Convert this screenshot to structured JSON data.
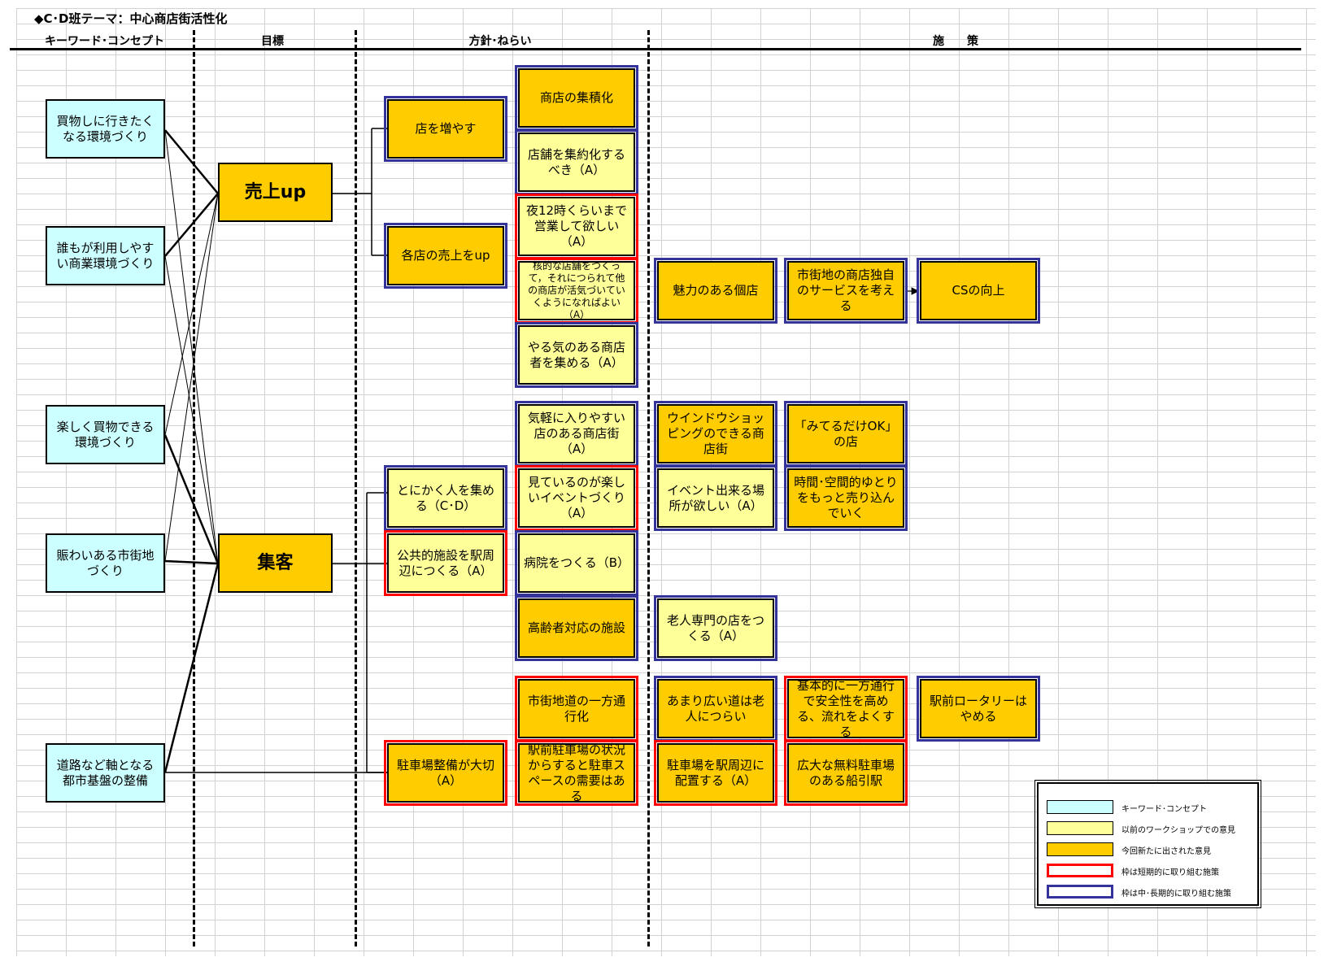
{
  "title": "◆C･D班テーマ：中心商店街活性化",
  "columns": {
    "keyword": "キーワード･コンセプト",
    "goal": "目標",
    "policy": "方針･ねらい",
    "measures": "施　　策"
  },
  "keywords": [
    "買物しに行きたくなる環境づくり",
    "誰もが利用しやすい商業環境づくり",
    "楽しく買物できる環境づくり",
    "賑わいある市街地づくり",
    "道路など軸となる都市基盤の整備"
  ],
  "goals": [
    "売上up",
    "集客"
  ],
  "policies": [
    "店を増やす",
    "各店の売上をup",
    "とにかく人を集める（C･D）",
    "公共的施設を駅周辺につくる（A）",
    "駐車場整備が大切（A）"
  ],
  "measures": [
    "商店の集積化",
    "店舗を集約化するべき（A）",
    "夜12時くらいまで営業して欲しい（A）",
    "核的な店舗をつくって，それにつられて他の商店が活気づいていくようになればよい（A）",
    "やる気のある商店者を集める（A）",
    "気軽に入りやすい店のある商店街（A）",
    "見ているのが楽しいイベントづくり（A）",
    "病院をつくる（B）",
    "高齢者対応の施設",
    "市街地道の一方通行化",
    "駅前駐車場の状況からすると駐車スペースの需要はある",
    "魅力のある個店",
    "市街地の商店独自のサービスを考える",
    "CSの向上",
    "ウインドウショッピングのできる商店街",
    "「みてるだけOK」の店",
    "イベント出来る場所が欲しい（A）",
    "時間･空間的ゆとりをもっと売り込んでいく",
    "老人専門の店をつくる（A）",
    "あまり広い道は老人につらい",
    "基本的に一方通行で安全性を高める、流れをよくする",
    "駅前ロータリーはやめる",
    "駐車場を駅周辺に配置する（A）",
    "広大な無料駐車場のある船引駅"
  ],
  "legend": [
    {
      "label": "キーワード･コンセプト",
      "fill": "#ccffff",
      "border": "#000000"
    },
    {
      "label": "以前のワークショップでの意見",
      "fill": "#ffff99",
      "border": "#000000"
    },
    {
      "label": "今回新たに出された意見",
      "fill": "#ffcc00",
      "border": "#000000"
    },
    {
      "label": "枠は短期的に取り組む施策",
      "fill": "#ffffff",
      "border": "#ff0000"
    },
    {
      "label": "枠は中･長期的に取り組む施策",
      "fill": "#ffffff",
      "border": "#333399"
    }
  ],
  "colors": {
    "keyword_fill": "#ccffff",
    "previous_opinion_fill": "#ffff99",
    "new_opinion_fill": "#ffcc00",
    "short_term_frame": "#ff0000",
    "long_term_frame": "#333399"
  }
}
